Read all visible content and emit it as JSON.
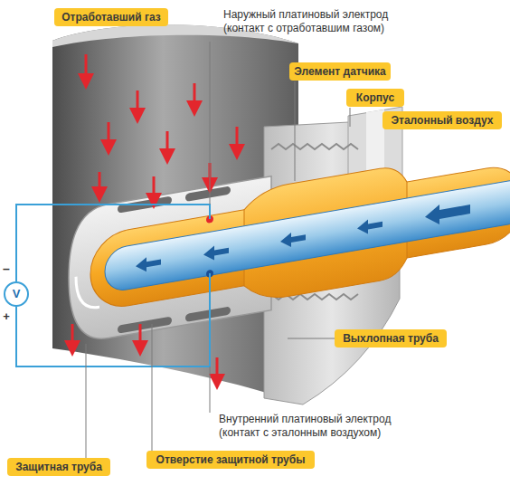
{
  "diagram": {
    "nodes": [
      {
        "text": [
          "Отработавший газ"
        ]
      },
      {
        "text": [
          "Элемент датчика"
        ]
      },
      {
        "text": [
          "Корпус"
        ]
      },
      {
        "text": [
          "Эталонный воздух"
        ]
      },
      {
        "text": [
          "Выхлопная труба"
        ]
      },
      {
        "text": [
          "Отверстие защитной трубы"
        ]
      },
      {
        "text": [
          "Защитная труба"
        ]
      }
    ],
    "labels": [
      "Наружный платиновый электрод (контакт с отработавшим газом)",
      "–",
      "V",
      "+",
      "Внутренний платиновый электрод (контакт с эталонным воздухом)"
    ]
  }
}
